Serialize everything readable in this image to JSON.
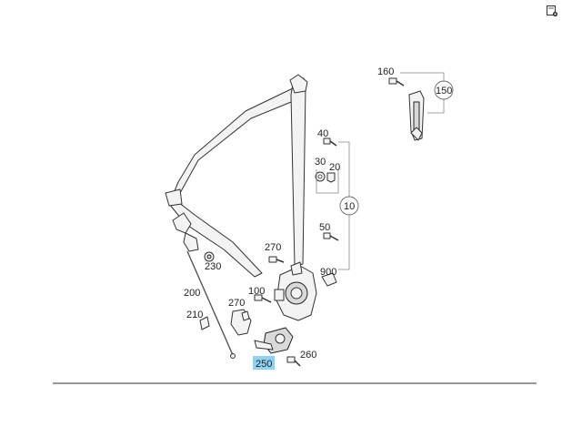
{
  "toolbar": {
    "corner_icon": "document-settings-icon"
  },
  "diagram": {
    "highlight_color": "#8fd3f4",
    "labels": {
      "p160": "160",
      "p150": "150",
      "p40": "40",
      "p30": "30",
      "p20": "20",
      "p10": "10",
      "p50": "50",
      "p900": "900",
      "p270a": "270",
      "p230": "230",
      "p100": "100",
      "p200": "200",
      "p270b": "270",
      "p210": "210",
      "p250": "250",
      "p260": "260"
    }
  }
}
